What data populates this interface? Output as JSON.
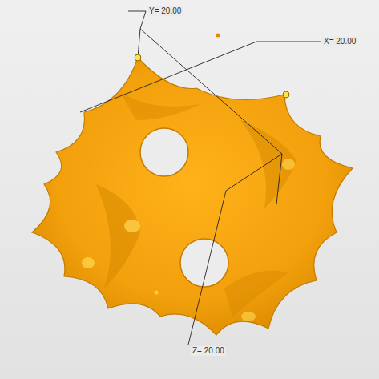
{
  "diagram": {
    "labels": [
      "Y= 20.00",
      "X= 20.00",
      "Z= 20.00"
    ]
  }
}
